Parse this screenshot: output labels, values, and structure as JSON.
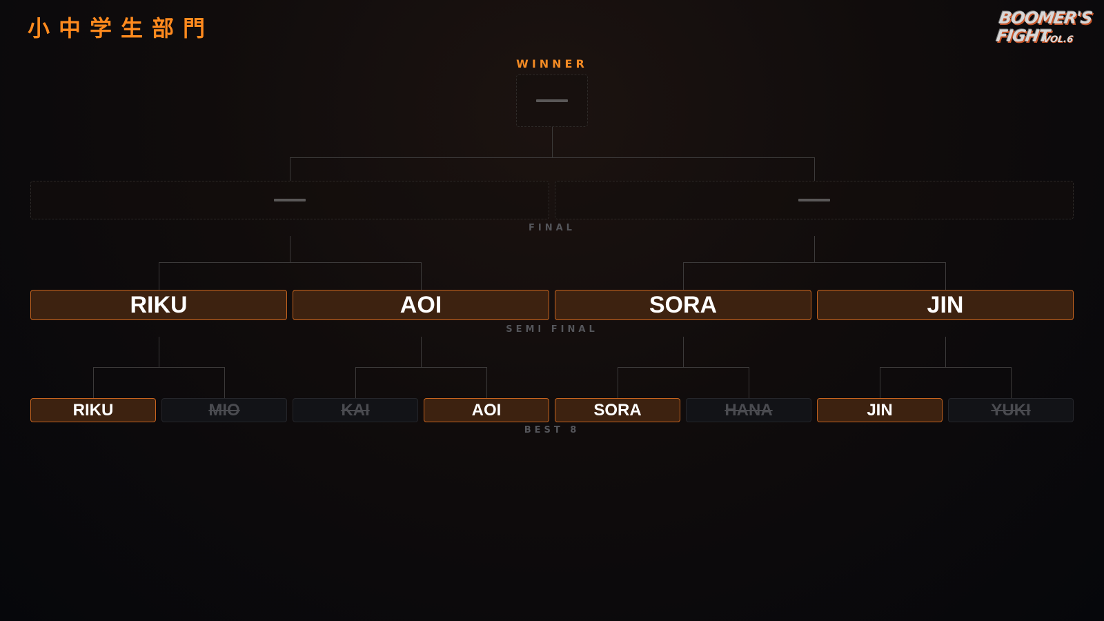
{
  "division_title": "小中学生部門",
  "logo": {
    "line1": "BOOMER'S",
    "line2": "FIGHT",
    "vol": "VOL.6"
  },
  "rounds": {
    "winner_label": "WINNER",
    "final_label": "FINAL",
    "semi_final_label": "SEMI FINAL",
    "best8_label": "BEST 8"
  },
  "winner": {
    "name": "",
    "status": "pending"
  },
  "final": [
    {
      "name": "",
      "status": "pending"
    },
    {
      "name": "",
      "status": "pending"
    }
  ],
  "semi_final": [
    {
      "name": "RIKU",
      "status": "advanced"
    },
    {
      "name": "AOI",
      "status": "advanced"
    },
    {
      "name": "SORA",
      "status": "advanced"
    },
    {
      "name": "JIN",
      "status": "advanced"
    }
  ],
  "best8": [
    {
      "name": "RIKU",
      "status": "won"
    },
    {
      "name": "MIO",
      "status": "eliminated"
    },
    {
      "name": "KAI",
      "status": "eliminated"
    },
    {
      "name": "AOI",
      "status": "won"
    },
    {
      "name": "SORA",
      "status": "won"
    },
    {
      "name": "HANA",
      "status": "eliminated"
    },
    {
      "name": "JIN",
      "status": "won"
    },
    {
      "name": "YUKI",
      "status": "eliminated"
    }
  ],
  "colors": {
    "accent": "#ff8a1e",
    "win_fill": "#3d2210",
    "win_border": "#c7641f",
    "lose_fill": "#121317",
    "background": "#06070b"
  }
}
